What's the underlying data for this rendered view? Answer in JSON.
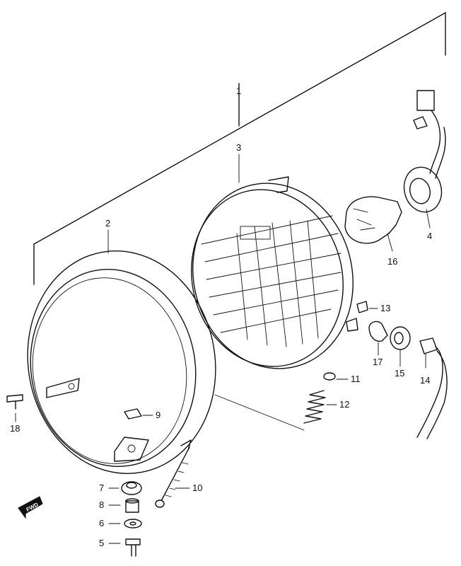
{
  "callouts": [
    {
      "id": "1",
      "text": "1"
    },
    {
      "id": "2",
      "text": "2"
    },
    {
      "id": "3",
      "text": "3"
    },
    {
      "id": "4",
      "text": "4"
    },
    {
      "id": "5",
      "text": "5"
    },
    {
      "id": "6",
      "text": "6"
    },
    {
      "id": "7",
      "text": "7"
    },
    {
      "id": "8",
      "text": "8"
    },
    {
      "id": "9",
      "text": "9"
    },
    {
      "id": "10",
      "text": "10"
    },
    {
      "id": "11",
      "text": "11"
    },
    {
      "id": "12",
      "text": "12"
    },
    {
      "id": "13",
      "text": "13"
    },
    {
      "id": "14",
      "text": "14"
    },
    {
      "id": "15",
      "text": "15"
    },
    {
      "id": "16",
      "text": "16"
    },
    {
      "id": "17",
      "text": "17"
    },
    {
      "id": "18",
      "text": "18"
    }
  ],
  "direction_marker": {
    "text": "FWD",
    "icon": "fwd-arrow-icon"
  }
}
